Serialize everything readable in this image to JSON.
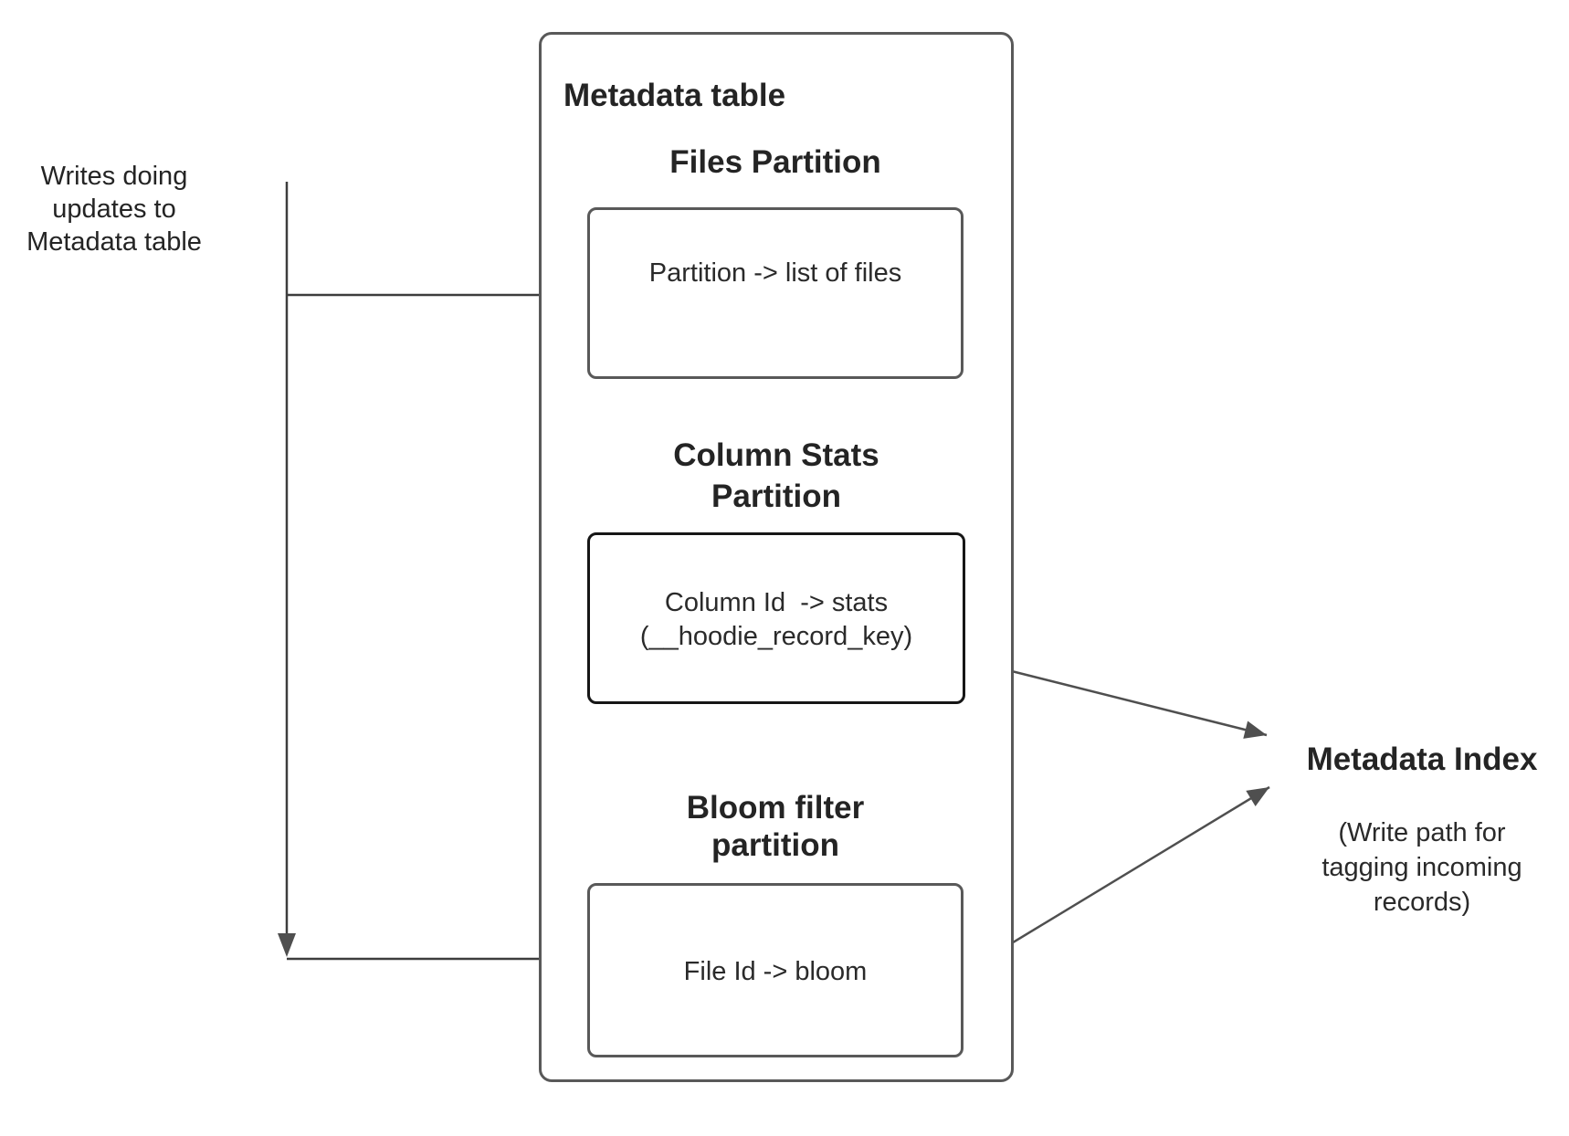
{
  "colors": {
    "background": "#ffffff",
    "box_border": "#595959",
    "emphasis_box_border": "#161616",
    "connector_line": "#3d3d3d",
    "arrow": "#4f4f4f",
    "text": "#242424"
  },
  "left_annotation": {
    "lines": [
      "Writes doing",
      "updates to",
      "Metadata table"
    ]
  },
  "metadata_table": {
    "title": "Metadata table",
    "files_partition": {
      "heading": "Files Partition",
      "body": "Partition -> list of files"
    },
    "column_stats_partition": {
      "heading_lines": [
        "Column Stats",
        "Partition"
      ],
      "body_lines": [
        "Column Id  -> stats",
        "(__hoodie_record_key)"
      ]
    },
    "bloom_filter_partition": {
      "heading_lines": [
        "Bloom filter",
        "partition"
      ],
      "body": "File Id -> bloom"
    }
  },
  "metadata_index": {
    "title": "Metadata Index",
    "subtitle_lines": [
      "(Write path for",
      "tagging incoming",
      "records)"
    ]
  }
}
